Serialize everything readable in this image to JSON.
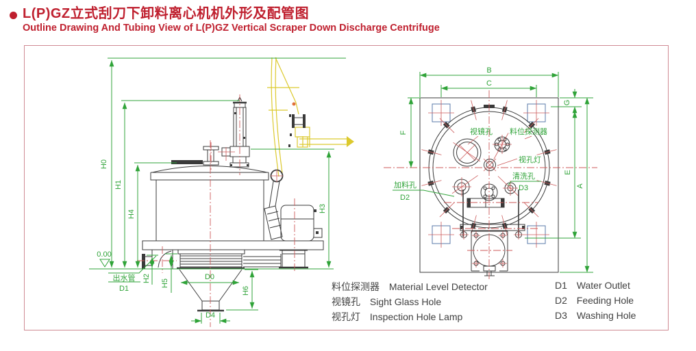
{
  "title": {
    "zh": "L(P)GZ立式刮刀下卸料离心机机外形及配管图",
    "en": "Outline Drawing And Tubing View of L(P)GZ Vertical Scraper Down Discharge Centrifuge"
  },
  "colors": {
    "title_red": "#bf1f2e",
    "border_pink": "#d08a93",
    "dimension_green": "#2fa338",
    "centerline_red": "#cc5a5a",
    "outline_dark": "#3a3a3a",
    "piping_yellow": "#dcc92d",
    "anchor_blue": "#5878aa"
  },
  "side_view": {
    "dims": {
      "h0": "H0",
      "h1": "H1",
      "h2": "H2",
      "h3": "H3",
      "h4": "H4",
      "h5": "H5",
      "h6": "H6",
      "d0": "D0",
      "d4": "D4"
    },
    "level_mark": "0.00",
    "water_outlet": {
      "zh": "出水管",
      "code": "D1"
    }
  },
  "top_view": {
    "dims": {
      "a": "A",
      "b": "B",
      "c": "C",
      "e": "E",
      "f": "F",
      "g": "G"
    },
    "holes": {
      "sight_glass": "视镜孔",
      "level_detector": "料位探测器",
      "inspection_lamp": "视孔灯",
      "feeding": {
        "zh": "加料孔",
        "code": "D2"
      },
      "washing": {
        "zh": "清洗孔",
        "code": "D3"
      }
    }
  },
  "legend": {
    "items_zh": [
      {
        "zh": "料位探测器",
        "en": "Material Level Detector"
      },
      {
        "zh": "视镜孔",
        "en": "Sight Glass Hole"
      },
      {
        "zh": "视孔灯",
        "en": "Inspection Hole Lamp"
      }
    ],
    "items_code": [
      {
        "code": "D1",
        "en": "Water Outlet"
      },
      {
        "code": "D2",
        "en": "Feeding Hole"
      },
      {
        "code": "D3",
        "en": "Washing Hole"
      }
    ]
  }
}
